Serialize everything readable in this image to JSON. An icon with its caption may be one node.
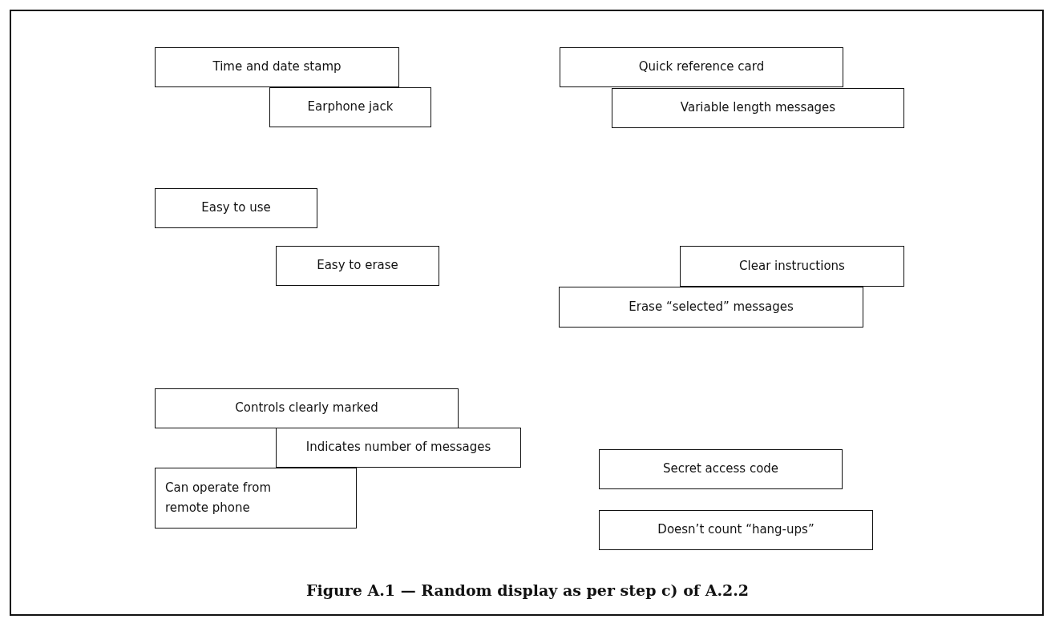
{
  "diagram": {
    "caption": "Figure A.1 — Random display as per step c) of A.2.2",
    "nodes": [
      {
        "text": [
          "Time and date stamp"
        ]
      },
      {
        "text": [
          "Earphone jack"
        ]
      },
      {
        "text": [
          "Quick reference card"
        ]
      },
      {
        "text": [
          "Variable length messages"
        ]
      },
      {
        "text": [
          "Easy to use"
        ]
      },
      {
        "text": [
          "Easy to erase"
        ]
      },
      {
        "text": [
          "Clear instructions"
        ]
      },
      {
        "text": [
          "Erase “selected” messages"
        ]
      },
      {
        "text": [
          "Controls clearly marked"
        ]
      },
      {
        "text": [
          "Indicates number of messages"
        ]
      },
      {
        "text": [
          "Can operate from remote phone"
        ]
      },
      {
        "text": [
          "Secret access code"
        ]
      },
      {
        "text": [
          "Doesn’t count “hang-ups”"
        ]
      }
    ]
  }
}
